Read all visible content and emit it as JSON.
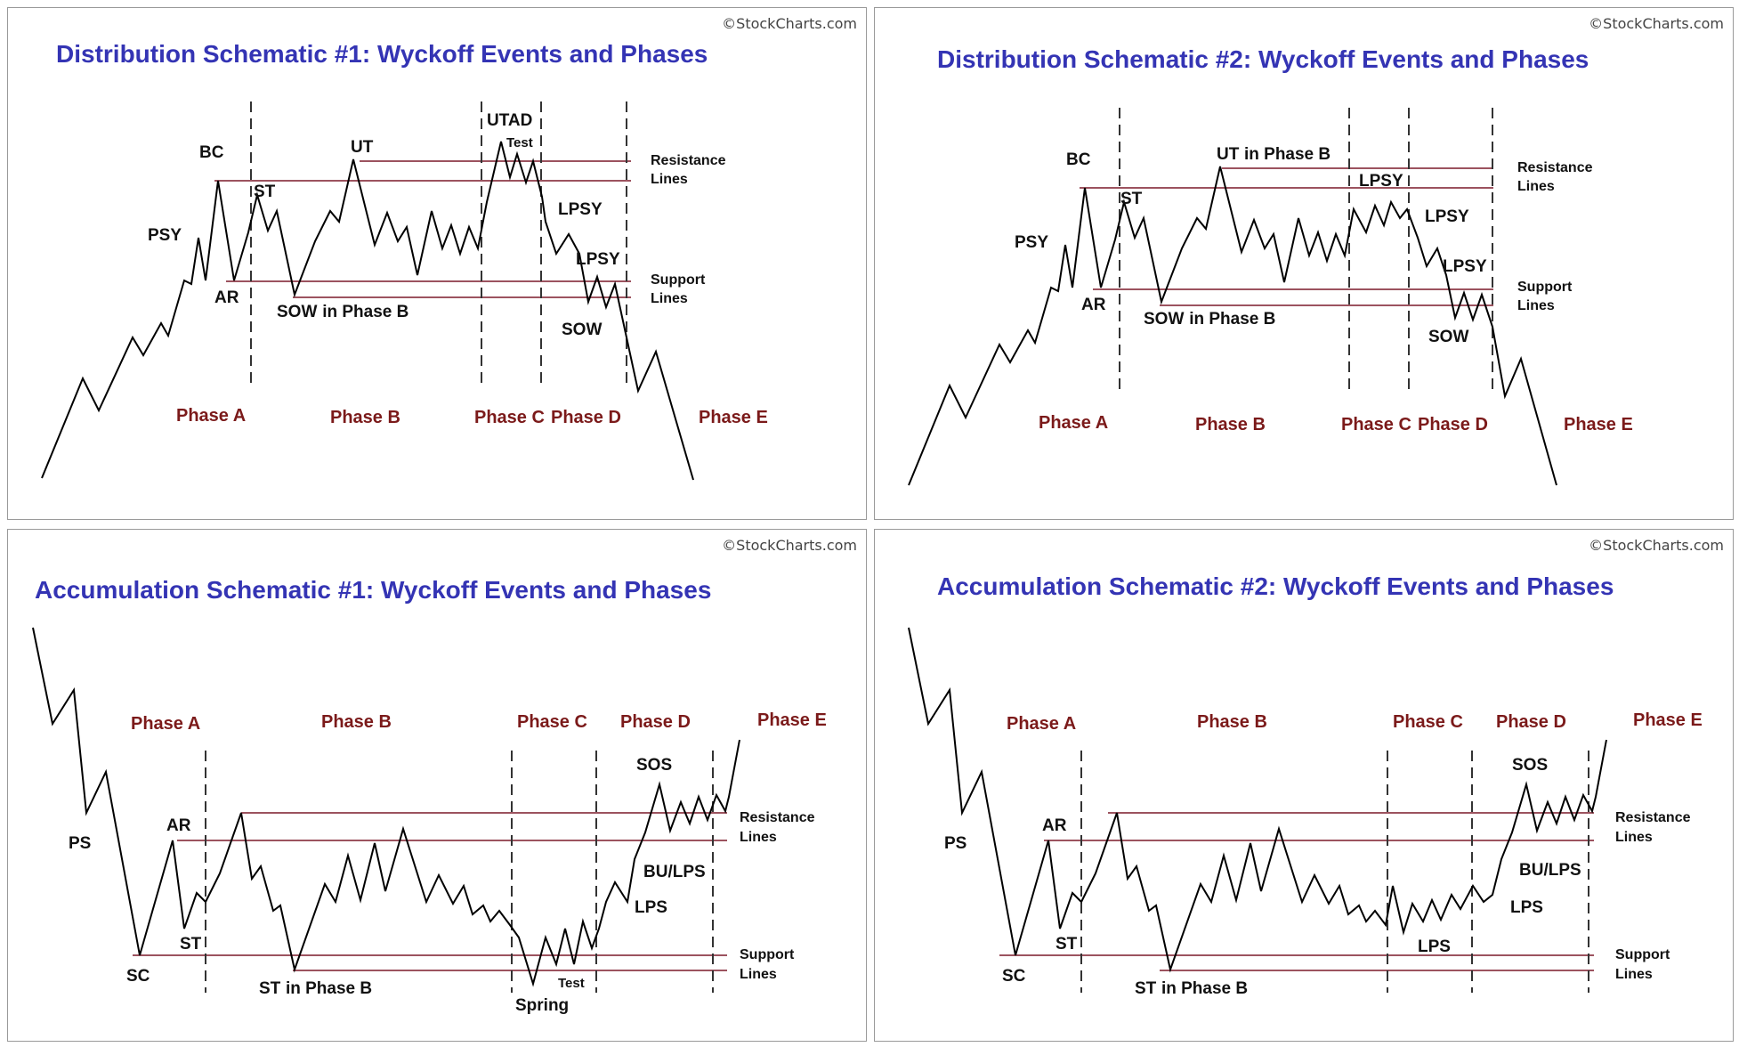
{
  "credit": "©StockCharts.com",
  "colors": {
    "title": "#3434b4",
    "phase": "#7b1a1a",
    "level_line": "#7b1a2a",
    "price": "#000000"
  },
  "panels": [
    {
      "title": "Distribution Schematic #1: Wyckoff Events and Phases",
      "phases": [
        "Phase A",
        "Phase B",
        "Phase C",
        "Phase D",
        "Phase E"
      ],
      "events": {
        "psy": "PSY",
        "bc": "BC",
        "ar": "AR",
        "st": "ST",
        "sow_b": "SOW",
        "sow_b_suffix": "in Phase B",
        "ut": "UT",
        "utad": "UTAD",
        "test": "Test",
        "lpsy1": "LPSY",
        "lpsy2": "LPSY",
        "sow": "SOW"
      },
      "lines": {
        "res1": "Resistance",
        "res2": "Lines",
        "sup1": "Support",
        "sup2": "Lines"
      }
    },
    {
      "title": "Distribution Schematic #2: Wyckoff Events and Phases",
      "phases": [
        "Phase A",
        "Phase B",
        "Phase C",
        "Phase D",
        "Phase E"
      ],
      "events": {
        "psy": "PSY",
        "bc": "BC",
        "ar": "AR",
        "st": "ST",
        "sow_b": "SOW",
        "sow_b_suffix": "in Phase B",
        "ut": "UT",
        "ut_suffix": "in Phase B",
        "lpsy_c": "LPSY",
        "lpsy1": "LPSY",
        "lpsy2": "LPSY",
        "sow": "SOW"
      },
      "lines": {
        "res1": "Resistance",
        "res2": "Lines",
        "sup1": "Support",
        "sup2": "Lines"
      }
    },
    {
      "title": "Accumulation Schematic #1: Wyckoff Events and Phases",
      "phases": [
        "Phase A",
        "Phase B",
        "Phase C",
        "Phase D",
        "Phase E"
      ],
      "events": {
        "ps": "PS",
        "sc": "SC",
        "ar": "AR",
        "st": "ST",
        "st_b": "ST",
        "st_b_suffix": "in Phase B",
        "spring": "Spring",
        "test": "Test",
        "lps": "LPS",
        "sos": "SOS",
        "bu": "BU/LPS"
      },
      "lines": {
        "res1": "Resistance",
        "res2": "Lines",
        "sup1": "Support",
        "sup2": "Lines"
      }
    },
    {
      "title": "Accumulation Schematic #2: Wyckoff Events and Phases",
      "phases": [
        "Phase A",
        "Phase B",
        "Phase C",
        "Phase D",
        "Phase E"
      ],
      "events": {
        "ps": "PS",
        "sc": "SC",
        "ar": "AR",
        "st": "ST",
        "st_b": "ST",
        "st_b_suffix": "in Phase B",
        "lps_c": "LPS",
        "lps": "LPS",
        "sos": "SOS",
        "bu": "BU/LPS"
      },
      "lines": {
        "res1": "Resistance",
        "res2": "Lines",
        "sup1": "Support",
        "sup2": "Lines"
      }
    }
  ]
}
